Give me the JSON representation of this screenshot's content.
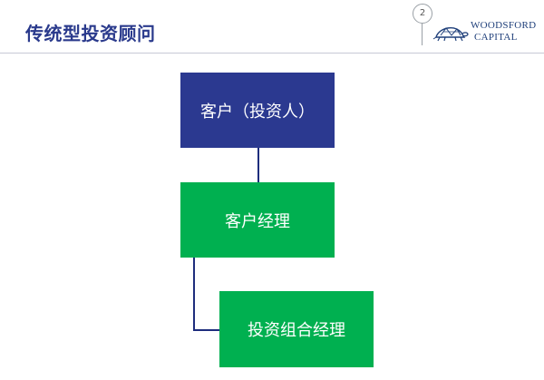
{
  "slide": {
    "title": "传统型投资顾问",
    "page_number": "2"
  },
  "logo": {
    "line1": "WOODSFORD",
    "line2": "CAPITAL",
    "icon": "turtle-icon",
    "color": "#1f3f7a"
  },
  "diagram": {
    "nodes": [
      {
        "id": "client",
        "label": "客户（投资人）",
        "color": "#2b3990"
      },
      {
        "id": "account-manager",
        "label": "客户经理",
        "color": "#00b050"
      },
      {
        "id": "portfolio-manager",
        "label": "投资组合经理",
        "color": "#00b050"
      }
    ],
    "edges": [
      {
        "from": "client",
        "to": "account-manager"
      },
      {
        "from": "account-manager",
        "to": "portfolio-manager"
      }
    ],
    "connector_color": "#1e2d7d"
  },
  "colors": {
    "title": "#2a3a8c",
    "background": "#ffffff",
    "rule": "#c7c9d6"
  }
}
